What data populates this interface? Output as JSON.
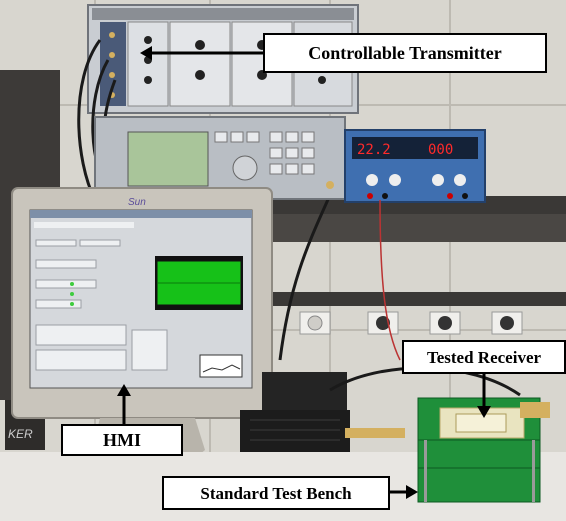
{
  "labels": {
    "transmitter": "Controllable Transmitter",
    "receiver": "Tested Receiver",
    "hmi": "HMI",
    "bench": "Standard Test Bench"
  },
  "monitor_brand": "Sun",
  "colors": {
    "wall_tile": "#d8d6cf",
    "grout": "#bdbab2",
    "shelf": "#3a3836",
    "chassis": "#c9cdd2",
    "chassis_dark": "#8a8e94",
    "signal_gen": "#b9bec4",
    "lcd_green": "#a9c59a",
    "psu_blue": "#3f6fb0",
    "led_red": "#ff2a2a",
    "monitor_beige": "#c9c5bc",
    "screen_bg": "#d5d8dc",
    "scope_green": "#18e01a",
    "pcb_green": "#1f8f3a",
    "gold": "#d4b060",
    "heatsink": "#242424",
    "desk": "#e8e6e2",
    "arrow": "#000000"
  }
}
